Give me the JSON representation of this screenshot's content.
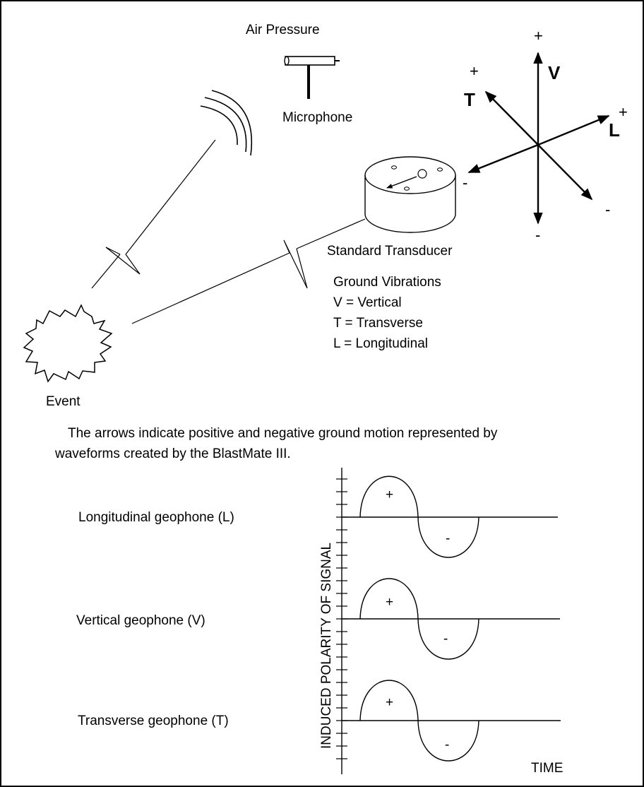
{
  "top": {
    "air_pressure": "Air Pressure",
    "microphone": "Microphone",
    "standard_transducer": "Standard Transducer",
    "event": "Event",
    "ground_vibrations": {
      "title": "Ground Vibrations",
      "lines": [
        "V = Vertical",
        "T = Transverse",
        "L = Longitudinal"
      ]
    }
  },
  "axes": {
    "v": "V",
    "t": "T",
    "l": "L",
    "plus": "+",
    "minus": "-"
  },
  "caption": [
    "The arrows indicate positive and negative ground motion represented by",
    "waveforms created by the BlastMate III."
  ],
  "waveforms": {
    "ylabel": "INDUCED POLARITY OF SIGNAL",
    "xlabel": "TIME",
    "rows": [
      {
        "label": "Longitudinal geophone (L)",
        "pos": "+",
        "neg": "-"
      },
      {
        "label": "Vertical geophone (V)",
        "pos": "+",
        "neg": "-"
      },
      {
        "label": "Transverse geophone (T)",
        "pos": "+",
        "neg": "-"
      }
    ]
  }
}
